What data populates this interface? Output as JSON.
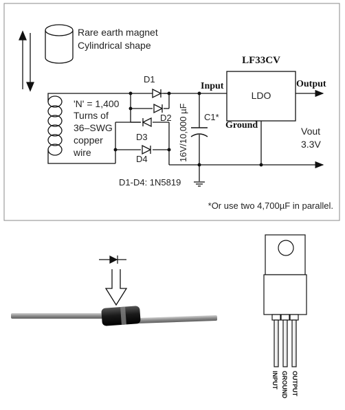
{
  "magnet": {
    "line1": "Rare earth magnet",
    "line2": "Cylindrical shape"
  },
  "coil": {
    "line1": "'N' = 1,400",
    "line2": "Turns of",
    "line3": "36–SWG",
    "line4": "copper",
    "line5": "wire"
  },
  "diodes": {
    "d1": "D1",
    "d2": "D2",
    "d3": "D3",
    "d4": "D4",
    "part_note": "D1-D4: 1N5819"
  },
  "capacitor": {
    "name": "C1*",
    "rating": "16V/10,000 µF",
    "footnote": "*Or use two 4,700µF in parallel."
  },
  "regulator": {
    "part": "LF33CV",
    "block_label": "LDO",
    "input_label": "Input",
    "ground_label": "Ground",
    "output_label": "Output"
  },
  "vout": {
    "line1": "Vout",
    "line2": "3.3V"
  },
  "package_pins": {
    "pin1": "INPUT",
    "pin2": "GROUND",
    "pin3": "OUTPUT"
  },
  "colors": {
    "line": "#111111",
    "frame": "#888888",
    "text": "#222222",
    "diode_body": "#1c1c1c",
    "lead": "#9a9a9a",
    "package_tab": "#d8d8d8"
  }
}
